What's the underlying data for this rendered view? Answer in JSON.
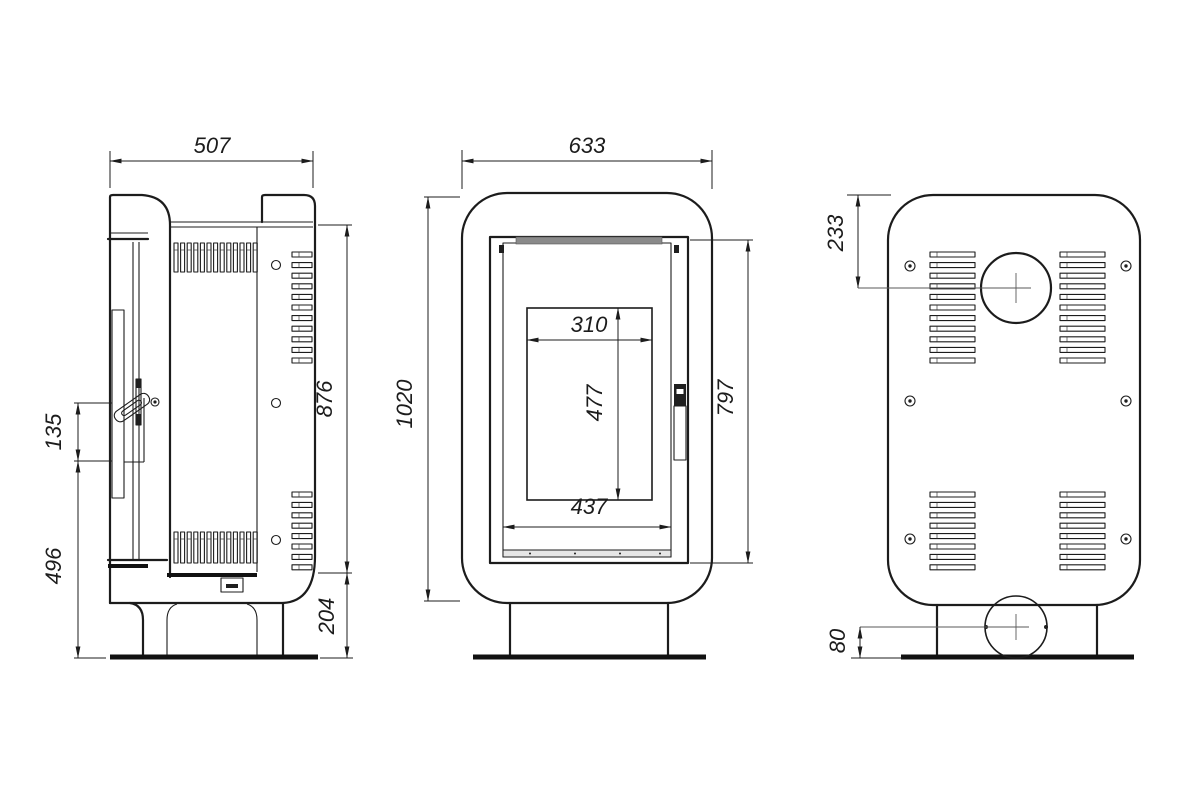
{
  "colors": {
    "line": "#1c1c1c",
    "background": "#ffffff",
    "leader": "#5a5a5a",
    "dark_fill": "#1f1f1f",
    "grille_strip": "#8a8a8a"
  },
  "dims": {
    "depth": "507",
    "rear_panel_height": "876",
    "plinth_height": "204",
    "handle_length": "135",
    "handle_to_floor": "496",
    "width": "633",
    "overall_height": "1020",
    "glass_width": "310",
    "glass_height": "477",
    "door_width": "437",
    "door_height": "797",
    "flue_center_from_top": "233",
    "air_inlet_center_from_floor": "80"
  }
}
